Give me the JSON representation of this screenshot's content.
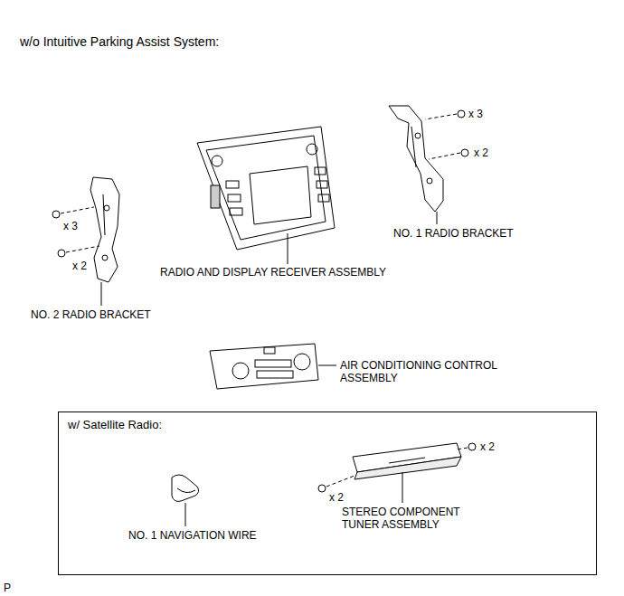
{
  "diagram": {
    "title": "w/o Intuitive Parking Assist System:",
    "nodes": [
      {
        "text": [
          "w/ Satellite Radio:"
        ]
      }
    ],
    "edges": [],
    "labels": [
      "x 3",
      "x 2",
      "NO. 1 RADIO BRACKET",
      "x 3",
      "x 2",
      "NO. 2 RADIO BRACKET",
      "RADIO AND DISPLAY RECEIVER ASSEMBLY",
      "AIR CONDITIONING CONTROL ASSEMBLY",
      "x 2",
      "x 2",
      "STEREO COMPONENT TUNER ASSEMBLY",
      "NO. 1 NAVIGATION WIRE",
      "P"
    ]
  }
}
